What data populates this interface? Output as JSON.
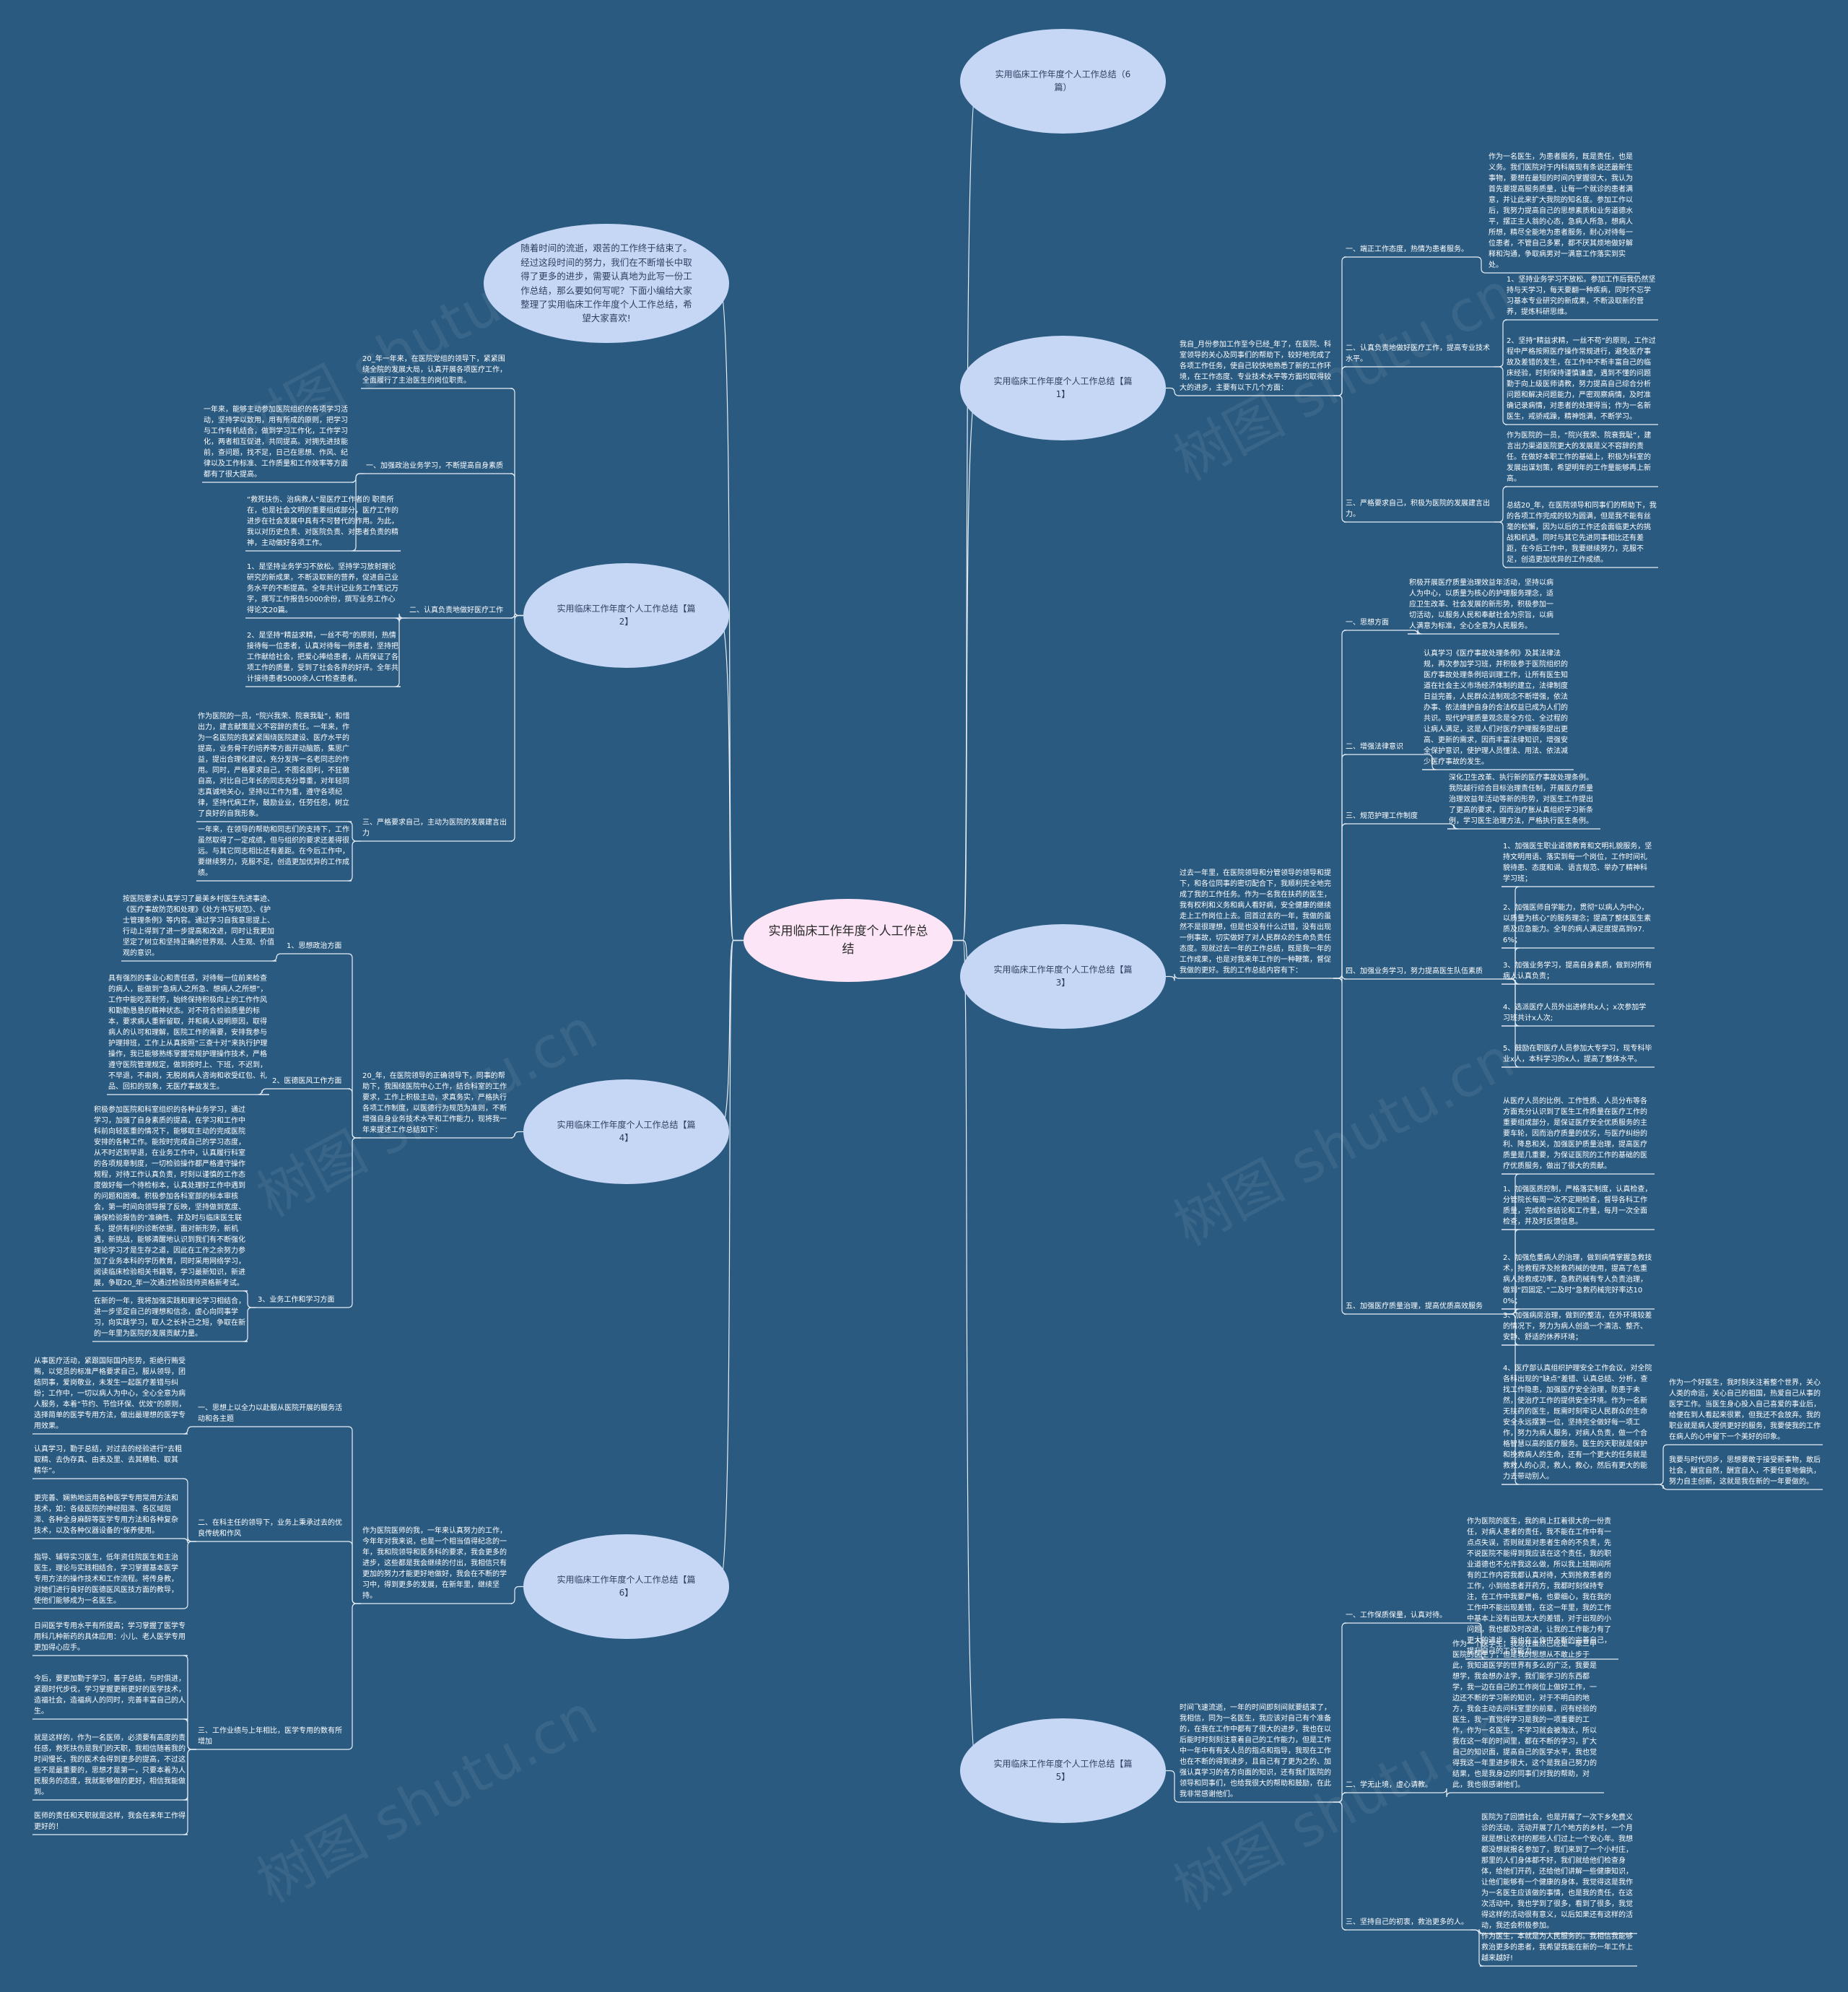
{
  "center": "实用临床工作年度个人工作总结",
  "intro": "随着时间的流逝，艰苦的工作终于结束了。经过这段时间的努力，我们在不断增长中取得了更多的进步，需要认真地为此写一份工作总结，那么要如何写呢？下面小编给大家整理了实用临床工作年度个人工作总结，希望大家喜欢!",
  "watermark": "树图 shutu.cn",
  "p6": "实用临床工作年度个人工作总结（6篇）",
  "p1": {
    "title": "实用临床工作年度个人工作总结【篇1】",
    "intro": "我自_月份参加工作至今已经_年了，在医院、科室领导的关心及同事们的帮助下，较好地完成了各项工作任务，使自己较快地熟悉了新的工作环境，在工作态度、专业技术水平等方面均取得较大的进步，主要有以下几个方面：",
    "h1": "一、端正工作态度，热情为患者服务。",
    "t1": "作为一名医生，为患者服务，既是责任，也是义务。我们医院对于内科展现有条说还最新生事物，要想在最短的时间内掌握很大，我认为首先要提高服务质量，让每一个就诊的患者满意，并让此来扩大我院的知名度。参加工作以后，我努力提高自己的思想素质和业务道德水平，摆正主人翁的心态，急病人所急，想病人所想，精尽全能地为患者服务，耐心对待每一位患者，不管自己多累，都不厌其烦地做好解释和沟通，争取病男对一满意工作落实到实处。",
    "h2": "二、认真负责地做好医疗工作，提高专业技术水平。",
    "t2a": "1、坚持业务学习不放松。参加工作后我仍然坚持与天学习，每天要翻一种疾病，同时不忘学习基本专业研究的新成果，不断汲取新的营养，提炼科研思维。",
    "t2b": "2、坚持“精益求精，一丝不苟”的原则，工作过程中严格按照医疗操作常规进行，避免医疗事故及差错的发生，在工作中不断丰富自己的临床经验，时刻保持谨慎谦虚，遇到不懂的问题勤于向上级医师请教，努力提高自己综合分析问题和解决问题能力，严密观察病情，及时准确记录病情，对患者的处理得当；作为一名新医生，戒骄戒躁，精神饱满，不断学习。",
    "h3": "三、严格要求自己，积极为医院的发展建言出力。",
    "t3a": "作为医院的一员，“院兴我荣、院衰我耻”，建言出力渠道医院更大的发展是义不容辞的责任。在做好本职工作的基础上，积极为科室的发展出谋划策，希望明年的工作量能够再上新高。",
    "t3b": "总结20_年，在医院领导和同事们的帮助下，我的各项工作完成的较为圆满，但是我不能有丝毫的松懈，因为以后的工作还会面临更大的挑战和机遇。同时与其它先进同事相比还有差距，在今后工作中，我要继续努力，克服不足，创造更加优异的工作成绩。"
  },
  "p2": {
    "title": "实用临床工作年度个人工作总结【篇2】",
    "intro": "20_年一年来，在医院党组的领导下，紧紧围绕全院的发展大局，认真开展各项医疗工作，全面履行了主治医生的岗位职责。",
    "h1": "一、加强政治业务学习，不断提高自身素质",
    "t1a": "一年来，能够主动参加医院组织的各项学习活动，坚持学以致用，用有所成的原则，把学习与工作有机结合，做到学习工作化，工作学习化，两者相互促进，共同提高。对拥先进技能前，查问题，找不足，日己在思想、作风、纪律以及工作标准、工作质量和工作效率等方面都有了很大提高。",
    "t1b": "“救死扶伤、治病救人”是医疗工作者的 职责所在，也是社会文明的重要组成部分，医疗工作的进步在社会发展中具有不可替代的作用。为此，我以对历史负责、对医院负责、对患者负责的精神，主动做好各项工作。",
    "h2": "二、认真负责地做好医疗工作",
    "t2a": "1、是坚持业务学习不放松。坚持学习放射理论研究的新成果，不断汲取新的营养，促进自己业务水平的不断提高。全年共计记业务工作笔记万字，撰写工作报告5000余份，撰写业务工作心得论文20篇。",
    "t2b": "2、是坚持“精益求精，一丝不苟”的原则，热情接待每一位患者，认真对待每一例患者，坚持把工作献给社会，把爱心捧给患者，从而保证了各项工作的质量，受到了社会各界的好评。全年共计接待患者5000余人CT检查患者。",
    "h3": "三、严格要求自己，主动为医院的发展建言出力",
    "t3a": "作为医院的一员，“院兴我荣、院衰我耻”，和惜出力，建言献策是义不容辞的责任。一年来，作为一名医院的我紧紧围绕医院建设、医疗水平的提高，业务骨干的培养等方面开动脑筋，集思广益，提出合理化建议，充分发挥一名老同志的作用。同时，严格要求自己，不图名图利，不狂傲自高，对比自己年长的同志充分尊重，对年轻同志真诚地关心，坚持以工作为重，遵守各项纪律，坚持代病工作，鼓励业业，任劳任怨，树立了良好的自我形象。",
    "t3b": "一年来，在领导的帮助和同志们的支持下，工作虽然取得了一定成绩，但与组织的要求还差得很远。与其它同志相比还有差距。在今后工作中，要继续努力，克服不足，创造更加优异的工作成绩。"
  },
  "p3": {
    "title": "实用临床工作年度个人工作总结【篇3】",
    "intro": "过去一年里，在医院领导和分管领导的领导和提下，和各位同事的密切配合下，我顺利完全地完成了我的工作任务。作为一名我在扶药的医生，我有权利和义务和病人看好病，安全健康的继续走上工作岗位上去。回首过去的一年，我做的虽然不是很理想，但是也没有什么过错，没有出现一例事故，切实做好了对人民群众的生命负责任态度。现就过去一年的工作总结，既是我一年的工作成果，也是对我来年工作的一种鞭策，督促我做的更好。我的工作总结内容有下：",
    "h1": "一、思想方面",
    "t1": "积极开展医疗质量治理效益年活动，坚持以病人为中心，以质量为核心的护理服务理念，适应卫生改革、社会发展的新形势，积极参加一切活动，以服务人民和奉献社会为宗旨，以病人满意为标准，全心全意为人民服务。",
    "h2": "二、增强法律意识",
    "t2": "认真学习《医疗事故处理条例》及其法律法规，再次参加学习班，并积极参于医院组织的医疗事故处理条例培训理工作，让所有医生知道在社会主义市场经济体制的建立，法律制度日益完善，人民群众法制观念不断增强，依法办事、依法维护自身的合法权益已成为人们的共识。现代护理质量观念是全方位、全过程的让病人满足，这是人们对医疗护理服务提出更高、更新的需求，因而丰富法律知识，增强安全保护意识，使护理人员懂法、用法、依法减少医疗事故的发生。",
    "h3": "三、规范护理工作制度",
    "t3": "深化卫生改革、执行新的医疗事故处理条例。我院越行综合目标治理责任制，开展医疗质量治理效益年活动等新的形势，对医生工作提出了更高的要求，因而治疗胀从真组织学习新条例，学习医生治理方法，严格执行医生条例。",
    "h4": "四、加强业务学习，努力提高医生队伍素质",
    "t4a": "1、加强医生职业道德教育和文明礼貌服务，坚持文明用语、落实到每一个岗位，工作时间礼貌待患、态度和谒、语言规范、举办了精神科学习班；",
    "t4b": "2、加强医师自学能力，贯彻“以病人为中心，以质量为核心”的服务理念；提高了整体医生素质及应急能力。全年的病人满足度提高到97.6%；",
    "t4c": "3、加强业务学习，提高自身素质，做到对所有病人认真负责；",
    "t4d": "4、选派医疗人员外出进修共x人；x次参加学习班共计x人次;",
    "t4e": "5、鼓励在职医疗人员参加大专学习，现专科毕业x人，本科学习的x人，提高了整体水平。",
    "h5": "五、加强医疗质量治理，提高优质高效服务",
    "t5a": "从医疗人员的比例、工作性质、人员分布等各方面充分认识到了医生工作质量在医疗工作的重要组成部分，是保证医疗安全优质服务的主要车轮，因而治疗质量的优劣，与医疗纠纷的利、降息和关，加强医护质量治理，提高医疗质量是几重要，为保证医院的工作的基础的医疗优质服务，做出了很大的贡献。",
    "t5b": "1、加强医质控制，严格落实制度，认真检查，分管院长每周一次不定期检查，督导各科工作质量，完成检查结论和工作量，每月一次全面检查，并及时反馈信息。",
    "t5c": "2、加强危重病人的治理，做到病情掌握急救技术，抢救程序及抢救药械的使用，提高了危重病人抢救成功率，急救药械有专人负责治理，做到“四固定、”二及时“急救药械完好率达100%；",
    "t5d": "3、加强病房治理，做到的整洁，在外环境较差的情况下，努力为病人创造一个清洁、整齐、安静、舒适的休养环境；",
    "t5e": "4、医疗部认真组织护理安全工作会议，对全院各科出现的”缺点“差错、认真总结、分析，查找工作隐患，加强医疗安全治理，防患于未然，使治疗工作的提供安全环境。作为一名新无扶药的医生，既需时刻牢记人民群众的生命安全永远摆第一位，坚持完全做好每一项工作，努力为病人服务，对病人负责，做一个合格智慧以高的医疗服务。医生的天职就是保护和挽救病人的生命，还有一个更大的任务就是救救人的心灵，救人，救心，然后有更大的能力去带动别人。",
    "t5f": "作为一个好医生，我时刻关注着整个世界，关心人类的命运，关心自己的祖国，热爱自己从事的医学工作。当医生身心投入自己喜爱的事业后，给便在到人看起来很累，但我还不会放弃。我的职业就是病人提供更好的服务，我要使我的工作在病人的心中留下一个美好的印象。",
    "t5g": "我要与时代同步，思想要敢于接受新事物，敢后社会，酬宜自然，酬宜自入，不要任意地偏执，努力自主创新，这就是我在新的一年要做的。"
  },
  "p4": {
    "title": "实用临床工作年度个人工作总结【篇4】",
    "intro": "20_年，在医院领导的正确领导下，同事的帮助下，我围绕医院中心工作，结合科室的工作要求，工作上积极主动，求真务实，严格执行各项工作制度，以医德行为规范为准则，不断增强自身业务技术水平和工作能力，现将我一年来提述工作总结如下：",
    "h1": "1、思想政治方面",
    "t1": "按医院要求认真学习了最美乡村医生先进事迹、《医疗事故防范和处理》《处方书写规范》、《护士管理条例》等内容。通过学习自我意思提上、行动上得到了进一步提高和改进，同时让我更加坚定了树立和坚持正确的世界观、人生观、价值观的意识。",
    "h2": "2、医德医风工作方面",
    "t2": "具有强烈的事业心和责任感，对待每一位前来检查的病人，能做到”急病人之所急、想病人之所想”，工作中能吃苦耐劳，始终保持积极向上的工作作风和勤勤恳恳的精神状态。对不符合检验质量的标本，要求病人重新留取，并和病人说明原因，取得病人的认可和理解，医院工作的需要，安排我参与护理排班，工作上从真按照“三查十对”来执行护理操作，我已能够熟练掌握常规护理操作技术，严格遵守医院管理规定，做到按时上、下班，不迟到，不早退，不串岗，无脱岗病人咨询和收受红包、礼品、回扣的现象，无医疗事故发生。",
    "h3": "3、业务工作和学习方面",
    "t3a": "积极参加医院和科室组织的各种业务学习，通过学习，加强了自身素质的提高，在学习和工作中科前向轻医重的情况下，能够取主动的完成医院安排的各种工作。能按时完成自己的学习态度，从不时迟到早退，在业务工作中，认真履行科室的各项规章制度，一切检验操作都严格遵守操作规程，对待工作认真负责，时刻以谨慎的工作态度做好每一个待检标本，认真处理好工作中遇到的问题和困难。积极参加各科室部的标本审核会，第一时间向领导报了反映，坚持做到宽度、确保检验报告的“准确性、并及时与临床医生联系，提供有利的诊断依据，面对新形势，新机遇，新挑战，能够清醒地认识到我们有不断强化理论学习才是生存之道，因此在工作之余努力参加了业务本科的学历教育，同时采用网络学习，阅读临床检验相关书籍等，学习最新知识，新进展，争取20_年一次通过检验技师资格新考试。",
    "t3b": "在新的一年，我将加强实践和理论学习相结合，进一步坚定自己的理想和信念，虚心向同事学习，向实践学习，取人之长补己之短，争取在新的一年里为医院的发展贡献力量。"
  },
  "p5": {
    "title": "实用临床工作年度个人工作总结【篇5】",
    "intro": "时间飞速流逝，一年的时间即刻间就要结束了，我相信，同为一名医生，我应该对自己有个准备的，在我在工作中都有了很大的进步，我也在以后能时时刻刻注意着自己的工作能力，但是工作中一年中有有关人员的指点和指导，我现在工作也在不断的得到进步，且自己有了更为之的、加强认真学习的各方向面的知识，还有我们医院的领导和同事们，也给我很大的帮助和鼓励，在此我非常感谢他们。",
    "h1": "一、工作保质保量，认真对待。",
    "t1": "作为医院的医生，我的肩上扛着很大的一份责任，对病人患者的责任，我不能在工作中有一点点失误，否则就是对患者生命的不负责，先不说医院不能得到我应该在这个责任，我的职业道德也不允许我这么做，所以我上班期间所有的工作内容我都认真对待，大到抢救患者的工作，小到给患者开药方，我都时刻保持专注，在工作中我要严格，也要细心，我在我的工作中不能出现差错，在这一年里，我的工作中基本上没有出现太大的差错，对于出现的小问题，我也都及时改进，让我的工作能力有了更大的进步，我也在工作中不断的完善自己，提升自己的工作能力。",
    "h2": "二、学无止境，虚心请教。",
    "t2": "作为一个医学生，我现在虽然已经是一家三甲医院的医生了，但是我的思想从不敢止步于此，我知道医学的世界有多么的广泛，我要是想学，我会想办法学，我们能学习的东西都学，我一边在自己的工作岗位上做好工作，一边还不断的学习新的知识，对于不明白的地方，我会主动去问科室里的前辈，问有经验的医生，我一直觉得学习是我的一项重要的工作，作为一名医生，不学习就会被淘汰，所以我在这一年的时间里，都在不断的学习，扩大自己的知识面，提高自己的医学水平，我也觉得我这一年里进步很大，这个是我自己努力的结果，也是我身边的同事们对我的帮助，对此，我也很感谢他们。",
    "h3": "三、坚持自己的初衷，救治更多的人。",
    "t3a": "医院为了回馈社会，也是开展了一次下乡免费义诊的活动，活动开展了几个地方的乡村，一个月就是想让农村的那些人们过上一个安心年。我想都没想就报名参加了，我们来到了一个小村庄，那里的人们身体都不好，我们就给他们检查身体，给他们开药，还给他们讲解一些健康知识，让他们能够有一个健康的身体，我觉得这是我作为一名医生应该做的事情，也是我的责任，在这次活动中，我也学到了很多，看到了很多，我觉得这样的活动很有意义，以后如果还有这样的活动，我还会积极参加。",
    "t3b": "作为医生，本就是为人民服务的。我相信我能够救治更多的患者，我希望我能在新的一年工作上越来越好!"
  },
  "p6b": {
    "title": "实用临床工作年度个人工作总结【篇6】",
    "intro": "作为医院医师的我，一年来认真努力的工作，今年年对我来说，也是一个相当值得纪念的一年，我和院领导和医务科的要求，我会更多的进步，这些都是我会继续的付出，我相信只有更加的努力才能更好地做好，我会在不断的学习中，得到更多的发展，在新年里，继续坚持。",
    "h1": "一、思想上以全力以赴服从医院开展的服务活动和各主题",
    "t1": "从事医疗活动，紧跟国际国内形势，拒绝行贿受贿，以党员的标准严格要求自己，服从领导，团结同事，爱岗敬业，未发生一起医疗差错与纠纷；工作中，一切以病人为中心，全心全意为病人服务，本着“节约、节俭环保、优效”的原则，选择简单的医学专用方法，做出最理想的医学专用效果。",
    "h2": "二、在科主任的领导下，业务上秉承过去的优良传统和作风",
    "t2a": "认真学习，勤于总结，对过去的经验进行“去粗取精、去伪存真、由表及里、去其糟粕、取其精华”。",
    "t2b": "更完善、娴熟地运用各种医学专用常用方法和技术，如：各级医院的神经阻滞、各区域阻滞、各种全身麻醉等医学专用方法和各种复杂技术，以及各种仪器设备的‘保养使用。",
    "t2c": "指导、辅导实习医生，低年资住院医生和主治医生，理论与实践相结合，学习掌握基本医学专用方法的操作技术和工作流程。将传身教，对她们进行良好的医德医风医技方面的教导，使他们能够成为一名医生。",
    "h3": "三、工作业绩与上年相比，医学专用的数有所增加",
    "t3a": "日间医学专用水平有所提高；学习掌握了医学专用科几种新药的具体应用：小儿、老人医学专用更加得心应手。",
    "t3b": "今后，要更加勤于学习，善于总结，与时俱进，紧跟时代步伐，学习掌握更新更好的医学技术，造福社会，造福病人的同时，完善丰富自己的人生。",
    "t3c": "就是这样的，作为一名医师，必须要有高度的责任感，救死扶伤是我们的天职，我相信随着我的时间慢长，我的医术会得到更多的提高，不过这些不是最重要的，思想才是第一，只要本着为人民服务的态度，我就能够做的更好，相信我能做到。",
    "t3d": "医师的责任和天职就是这样，我会在来年工作得更好的！"
  }
}
